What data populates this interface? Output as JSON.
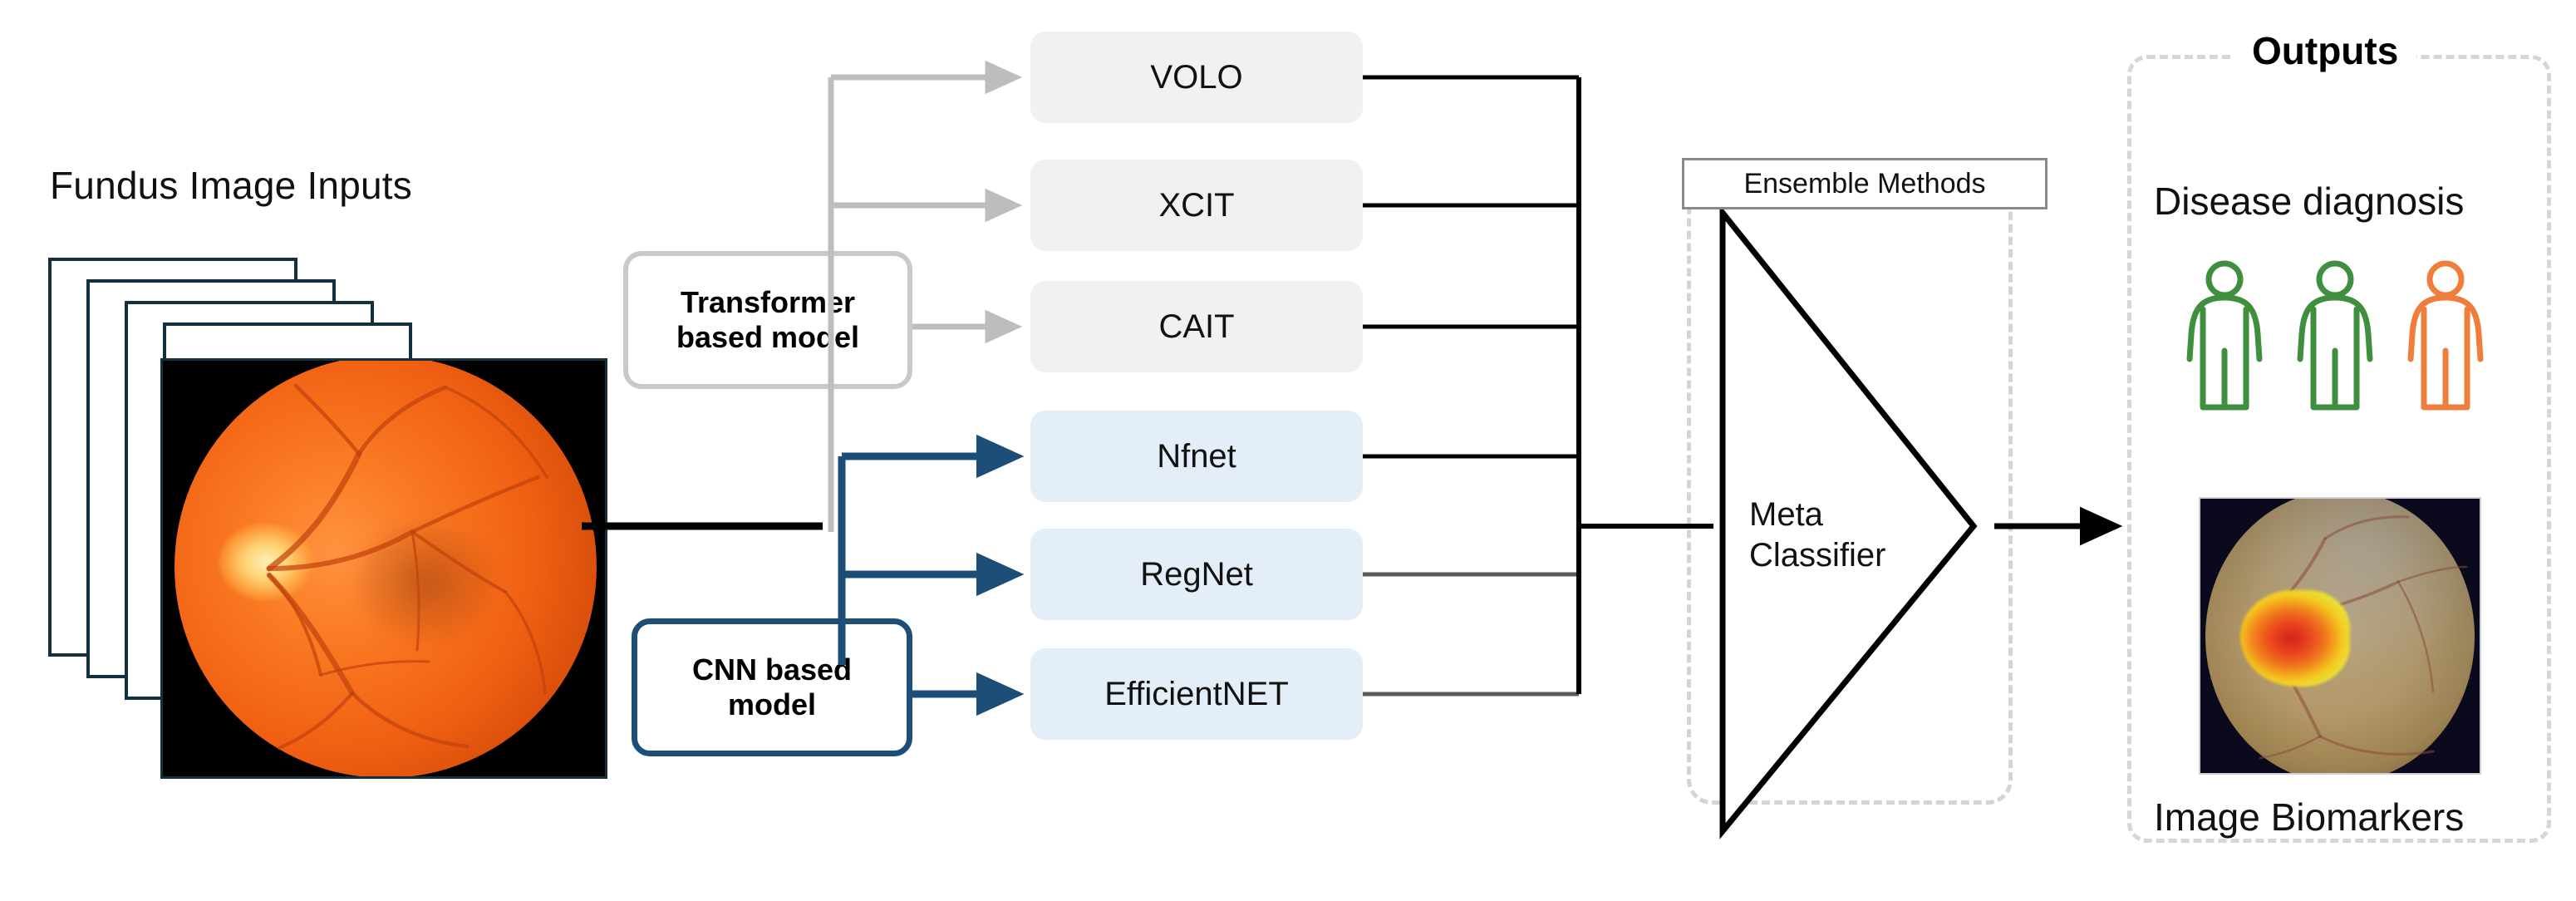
{
  "diagram": {
    "title": "Fundus image multi-model ensemble pipeline",
    "colors": {
      "transformer_box_fill": "#f1f1f1",
      "cnn_box_fill": "#e4eef8",
      "transformer_arrow": "#bdbdbd",
      "cnn_arrow": "#1c4e78",
      "card_outline": "#14303f",
      "dashed_border": "#d4d4d4",
      "healthy_person": "#3f8f3f",
      "diseased_person": "#ef7d3c",
      "bus_line": "#000000"
    }
  },
  "input": {
    "title": "Fundus Image Inputs",
    "stack_count": 4,
    "image_name": "fundus-photograph"
  },
  "groups": {
    "transformer": {
      "label_line1": "Transformer",
      "label_line2": "based model"
    },
    "cnn": {
      "label_line1": "CNN based",
      "label_line2": "model"
    }
  },
  "models": {
    "transformer_models": [
      {
        "name": "VOLO"
      },
      {
        "name": "XCIT"
      },
      {
        "name": "CAIT"
      }
    ],
    "cnn_models": [
      {
        "name": "Nfnet"
      },
      {
        "name": "RegNet"
      },
      {
        "name": "EfficientNET"
      }
    ]
  },
  "ensemble": {
    "panel_label": "Ensemble Methods",
    "classifier_line1": "Meta",
    "classifier_line2": "Classifier"
  },
  "outputs": {
    "title": "Outputs",
    "disease_label": "Disease diagnosis",
    "biomarker_label": "Image Biomarkers",
    "people": [
      {
        "state": "healthy",
        "color": "#3f8f3f"
      },
      {
        "state": "healthy",
        "color": "#3f8f3f"
      },
      {
        "state": "diseased",
        "color": "#ef7d3c"
      }
    ],
    "heatmap_image_name": "fundus-heatmap-overlay"
  }
}
